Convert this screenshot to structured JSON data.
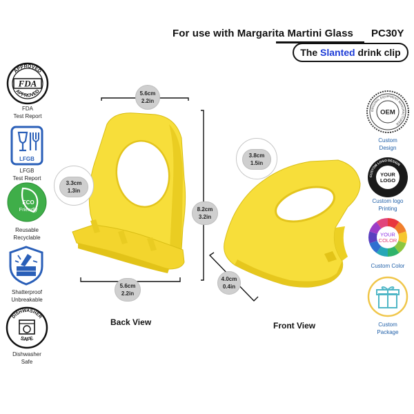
{
  "header": {
    "title": "For use with Margarita Martini Glass",
    "code": "PC30Y",
    "subtitle_prefix": "The",
    "subtitle_highlight": "Slanted",
    "subtitle_suffix": "drink clip"
  },
  "left_badges": [
    {
      "icon": "fda-approved-icon",
      "seal_top": "APPROVED",
      "seal_center": "FDA",
      "seal_bottom": "APPROVED",
      "line1": "FDA",
      "line2": "Test Report"
    },
    {
      "icon": "lfgb-icon",
      "mark": "LFGB",
      "line1": "LFGB",
      "line2": "Test Report"
    },
    {
      "icon": "eco-friendly-icon",
      "mark_line1": "ECO",
      "mark_line2": "Friendly",
      "line1": "Reusable",
      "line2": "Recyclable"
    },
    {
      "icon": "shatterproof-icon",
      "line1": "Shatterproof",
      "line2": "Unbreakable"
    },
    {
      "icon": "dishwasher-safe-icon",
      "seal_top": "DISHWASHER",
      "seal_bottom": "SAFE",
      "line1": "Dishwasher",
      "line2": "Safe"
    }
  ],
  "right_badges": [
    {
      "icon": "oem-seal-icon",
      "mark": "OEM",
      "ring_text": "ORIGINAL EQUIPMENT MANUFACTURER",
      "line1": "Custom",
      "line2": "Design"
    },
    {
      "icon": "custom-logo-icon",
      "mark_line1": "YOUR",
      "mark_line2": "LOGO",
      "ring_text": "CUSTOM LOGO DESIGN",
      "line1": "Custom logo",
      "line2": "Printing"
    },
    {
      "icon": "color-wheel-icon",
      "mark_line1": "YOUR",
      "mark_line2": "COLOR",
      "line1": "Custom Color",
      "line2": ""
    },
    {
      "icon": "gift-box-icon",
      "line1": "Custom",
      "line2": "Package"
    }
  ],
  "dimensions": {
    "back_top": {
      "cm": "5.6cm",
      "in": "2.2in"
    },
    "back_left": {
      "cm": "3.3cm",
      "in": "1.3in"
    },
    "back_height": {
      "cm": "8.2cm",
      "in": "3.2in"
    },
    "back_bottom": {
      "cm": "5.6cm",
      "in": "2.2in"
    },
    "front_hole": {
      "cm": "3.8cm",
      "in": "1.5in"
    },
    "front_depth": {
      "cm": "4.0cm",
      "in": "0.4in"
    }
  },
  "views": {
    "back": "Back View",
    "front": "Front View"
  },
  "colors": {
    "clip_yellow": "#f7de3a",
    "clip_shadow": "#e2c318",
    "highlight_blue": "#1c3bd6",
    "caption_blue": "#1f5fa8"
  }
}
